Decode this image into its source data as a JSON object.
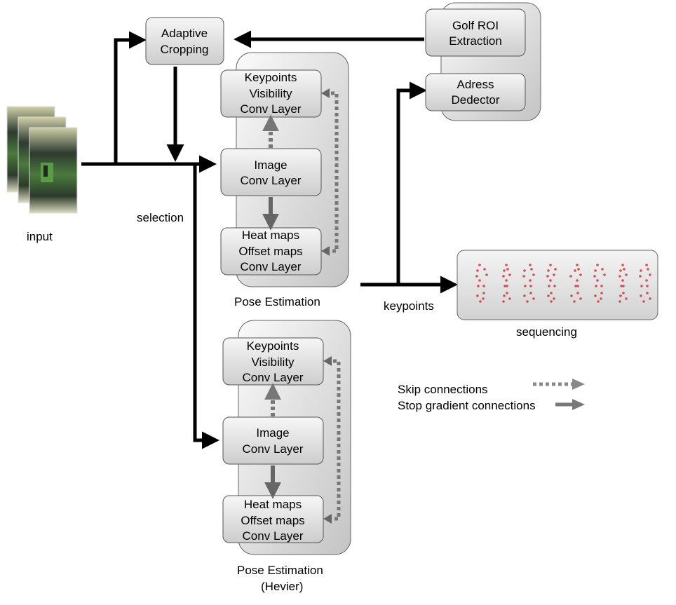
{
  "input_label": "input",
  "selection_label": "selection",
  "adaptive_cropping": [
    "Adaptive",
    "Cropping"
  ],
  "golf_roi": [
    "Golf ROI",
    "Extraction"
  ],
  "address_detector": [
    "Adress",
    "Dedector"
  ],
  "pose1": {
    "keypoints": [
      "Keypoints",
      "Visibility",
      "Conv Layer"
    ],
    "image": [
      "Image",
      "Conv Layer"
    ],
    "heatmaps": [
      "Heat maps",
      "Offset maps",
      "Conv Layer"
    ],
    "caption": "Pose Estimation"
  },
  "pose2": {
    "keypoints": [
      "Keypoints",
      "Visibility",
      "Conv Layer"
    ],
    "image": [
      "Image",
      "Conv Layer"
    ],
    "heatmaps": [
      "Heat maps",
      "Offset maps",
      "Conv Layer"
    ],
    "caption_lines": [
      "Pose Estimation",
      "(Hevier)"
    ]
  },
  "keypoints_label": "keypoints",
  "sequencing_label": "sequencing",
  "legend": {
    "skip": "Skip connections",
    "stop_gradient": "Stop gradient connections"
  },
  "colors": {
    "line": "#000000",
    "gray_arrow": "#666666",
    "dotted_arrow": "#888888",
    "box_top": "#f4f4f4",
    "box_bottom": "#cfcfcf",
    "panel_top": "#f7f7f7",
    "panel_bottom": "#c9c9c9",
    "keypoint_dot": "#d0505a"
  }
}
